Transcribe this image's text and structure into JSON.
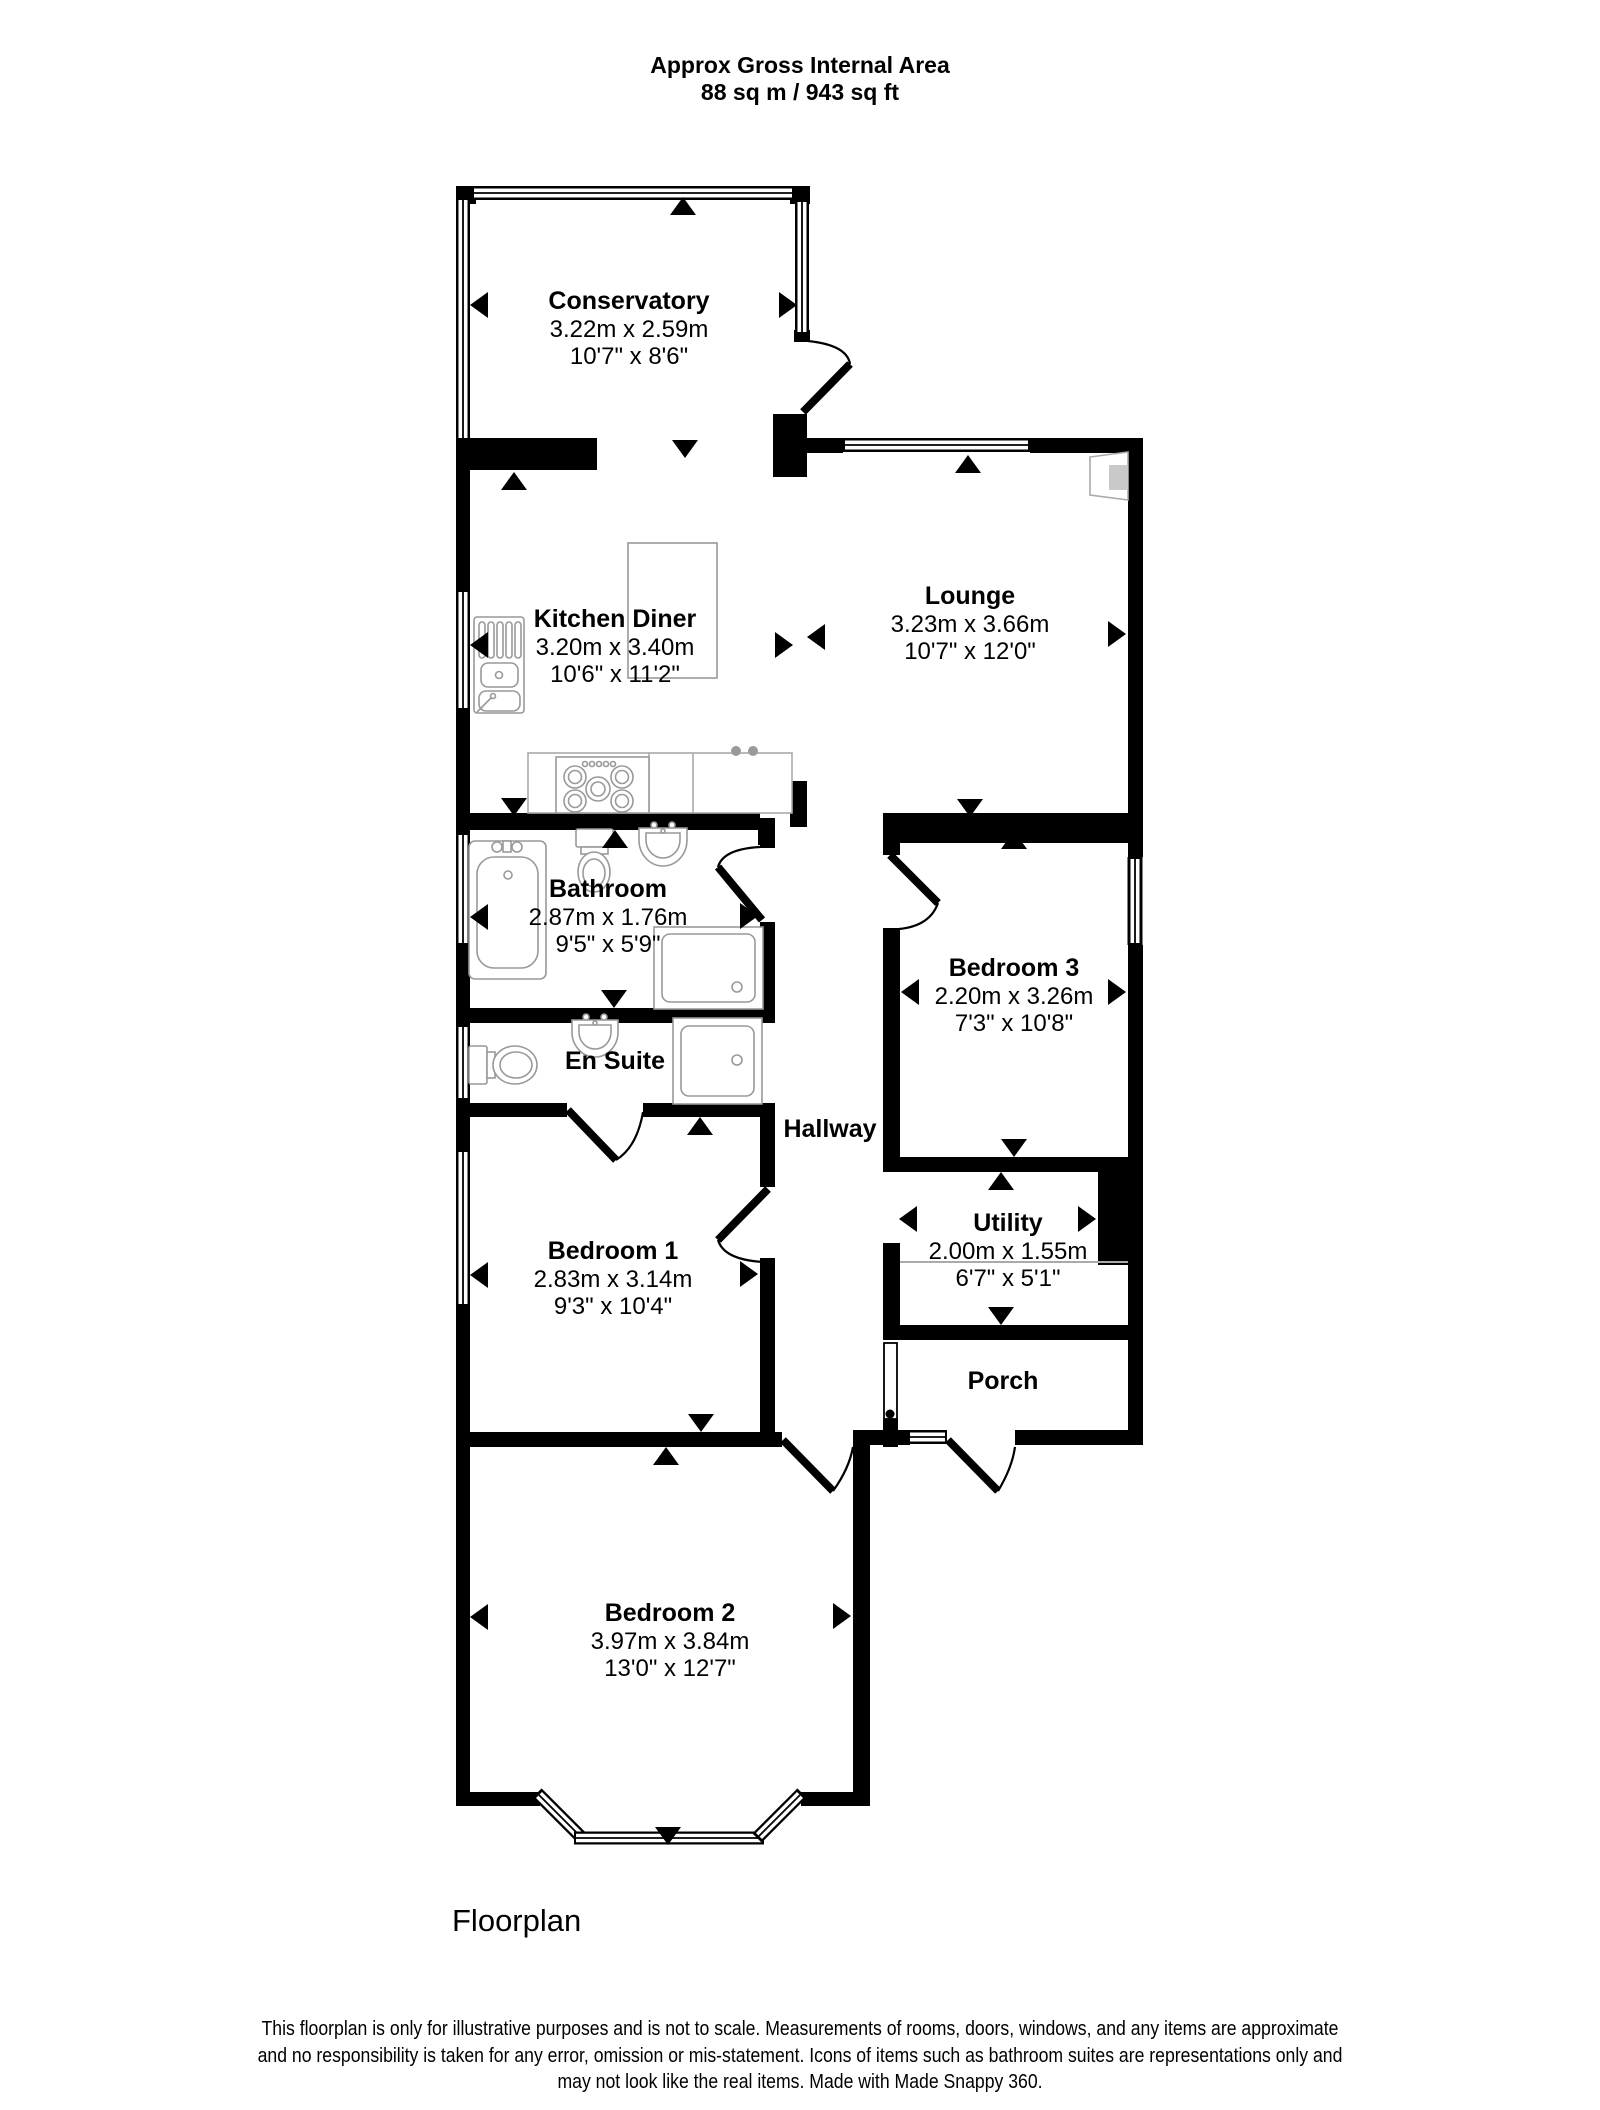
{
  "title": {
    "line1": "Approx Gross Internal Area",
    "line2": "88 sq m / 943 sq ft"
  },
  "rooms": [
    {
      "name": "Conservatory",
      "dims_m": "3.22m x 2.59m",
      "dims_ft": "10'7\" x 8'6\""
    },
    {
      "name": "Kitchen Diner",
      "dims_m": "3.20m x 3.40m",
      "dims_ft": "10'6\" x 11'2\""
    },
    {
      "name": "Lounge",
      "dims_m": "3.23m x 3.66m",
      "dims_ft": "10'7\" x 12'0\""
    },
    {
      "name": "Bathroom",
      "dims_m": "2.87m x 1.76m",
      "dims_ft": "9'5\" x 5'9\""
    },
    {
      "name": "Bedroom 3",
      "dims_m": "2.20m x 3.26m",
      "dims_ft": "7'3\" x 10'8\""
    },
    {
      "name": "En Suite"
    },
    {
      "name": "Hallway"
    },
    {
      "name": "Bedroom 1",
      "dims_m": "2.83m x 3.14m",
      "dims_ft": "9'3\" x 10'4\""
    },
    {
      "name": "Utility",
      "dims_m": "2.00m x 1.55m",
      "dims_ft": "6'7\" x 5'1\""
    },
    {
      "name": "Porch"
    },
    {
      "name": "Bedroom 2",
      "dims_m": "3.97m x 3.84m",
      "dims_ft": "13'0\" x 12'7\""
    }
  ],
  "footer": {
    "caption": "Floorplan",
    "disclaimer_line1": "This floorplan is only for illustrative purposes and is not to scale. Measurements of rooms, doors, windows, and any items are approximate",
    "disclaimer_line2": "and no responsibility is taken for any error, omission or mis-statement. Icons of items such as bathroom suites are representations only and",
    "disclaimer_line3": "may not look like the real items. Made with Made Snappy 360."
  },
  "colors": {
    "wall": "#000000",
    "fixture_outline": "#999999",
    "counter_outline": "#aaaaaa",
    "fireplace_fill": "#c9c9c9",
    "background": "#ffffff"
  }
}
